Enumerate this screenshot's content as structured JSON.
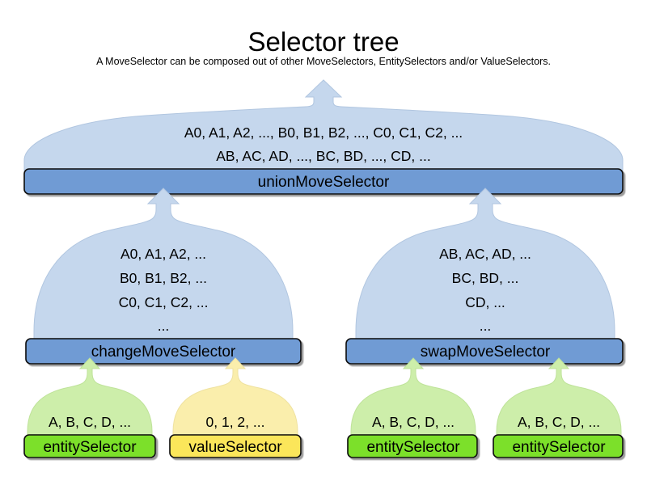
{
  "header": {
    "title": "Selector tree",
    "subtitle": "A MoveSelector can be composed out of other MoveSelectors, EntitySelectors and/or ValueSelectors."
  },
  "colors": {
    "dome_blue": "#c5d7ed",
    "dome_green": "#cdeeaa",
    "dome_yellow": "#faeeac",
    "bar_blue": "#6f9bd4",
    "bar_green": "#7ce02a",
    "bar_yellow": "#fbe65a",
    "border": "#0a0a0a",
    "text": "#000000",
    "background": "#ffffff"
  },
  "nodes": {
    "union": {
      "label": "unionMoveSelector",
      "kind": "move-selector",
      "color": "blue",
      "lines": [
        "A0, A1, A2, ..., B0, B1, B2, ..., C0, C1, C2, ...",
        "AB, AC, AD, ..., BC, BD, ..., CD, ..."
      ]
    },
    "change": {
      "label": "changeMoveSelector",
      "kind": "move-selector",
      "color": "blue",
      "lines": [
        "A0, A1, A2, ...",
        "B0, B1, B2, ...",
        "C0, C1, C2, ...",
        "..."
      ]
    },
    "swap": {
      "label": "swapMoveSelector",
      "kind": "move-selector",
      "color": "blue",
      "lines": [
        "AB, AC, AD, ...",
        "BC, BD, ...",
        "CD, ...",
        "..."
      ]
    },
    "change_entity": {
      "label": "entitySelector",
      "kind": "entity-selector",
      "color": "green",
      "lines": [
        "A, B, C, D, ..."
      ]
    },
    "change_value": {
      "label": "valueSelector",
      "kind": "value-selector",
      "color": "yellow",
      "lines": [
        "0, 1, 2, ..."
      ]
    },
    "swap_entity_left": {
      "label": "entitySelector",
      "kind": "entity-selector",
      "color": "green",
      "lines": [
        "A, B, C, D, ..."
      ]
    },
    "swap_entity_right": {
      "label": "entitySelector",
      "kind": "entity-selector",
      "color": "green",
      "lines": [
        "A, B, C, D, ..."
      ]
    }
  },
  "edges": [
    {
      "from": "change",
      "to": "union"
    },
    {
      "from": "swap",
      "to": "union"
    },
    {
      "from": "change_entity",
      "to": "change"
    },
    {
      "from": "change_value",
      "to": "change"
    },
    {
      "from": "swap_entity_left",
      "to": "swap"
    },
    {
      "from": "swap_entity_right",
      "to": "swap"
    }
  ]
}
